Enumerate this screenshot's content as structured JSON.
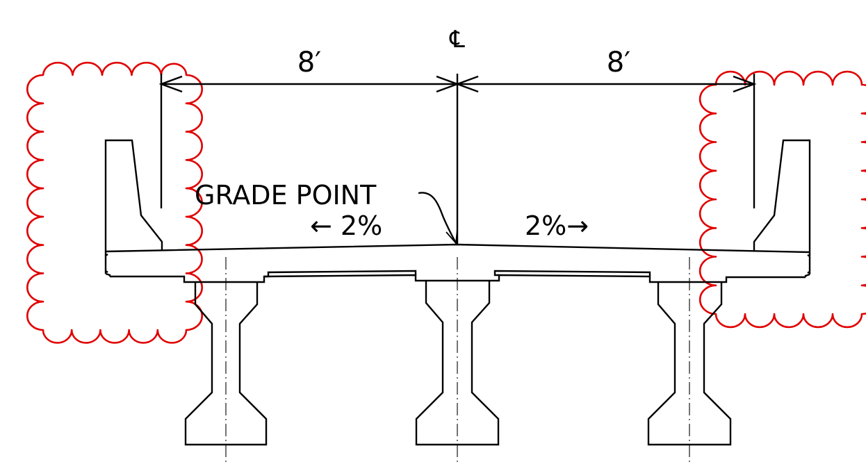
{
  "labels": {
    "centerline_symbol": "℄",
    "dim_left": "8′",
    "dim_right": "8′",
    "grade_point": "GRADE POINT",
    "slope_left": "← 2%",
    "slope_right": "2%→"
  },
  "colors": {
    "linework": "#000000",
    "revision_cloud": "#e00000",
    "background": "#ffffff"
  }
}
